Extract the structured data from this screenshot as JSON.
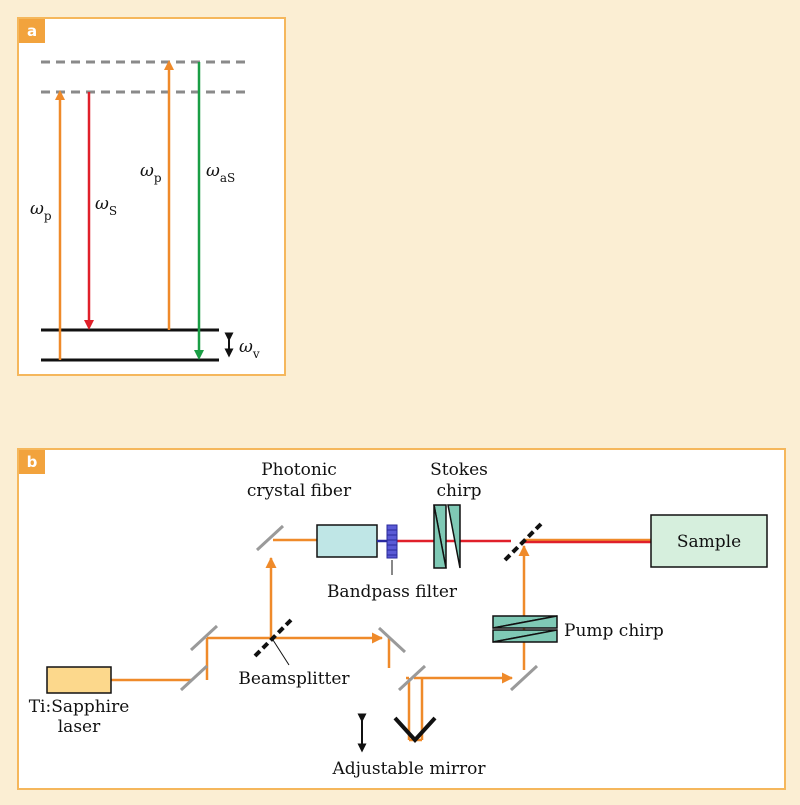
{
  "panel_a": {
    "badge": "a",
    "labels": {
      "omega_p_left": "ω",
      "omega_p_left_sub": "p",
      "omega_s": "ω",
      "omega_s_sub": "S",
      "omega_p_mid": "ω",
      "omega_p_mid_sub": "p",
      "omega_as": "ω",
      "omega_as_sub": "aS",
      "omega_v": "ω",
      "omega_v_sub": "v"
    }
  },
  "panel_b": {
    "badge": "b",
    "labels": {
      "pcf_line1": "Photonic",
      "pcf_line2": "crystal fiber",
      "stokes_line1": "Stokes",
      "stokes_line2": "chirp",
      "sample": "Sample",
      "bandpass": "Bandpass filter",
      "pump_chirp": "Pump chirp",
      "beamsplitter": "Beamsplitter",
      "laser_line1": "Ti:Sapphire",
      "laser_line2": "laser",
      "adjustable_mirror": "Adjustable mirror"
    }
  },
  "colors": {
    "border": "#f5b75c",
    "badge": "#f2a33d",
    "background": "#fbeed3",
    "pump_beam": "#ef8a2a",
    "stokes_beam": "#e0202a",
    "anti_stokes": "#1a9e45",
    "fiber_box": "#bfe6e6",
    "sample_box": "#d6efdd",
    "laser_box": "#fcd88c",
    "mirror": "#999999"
  }
}
